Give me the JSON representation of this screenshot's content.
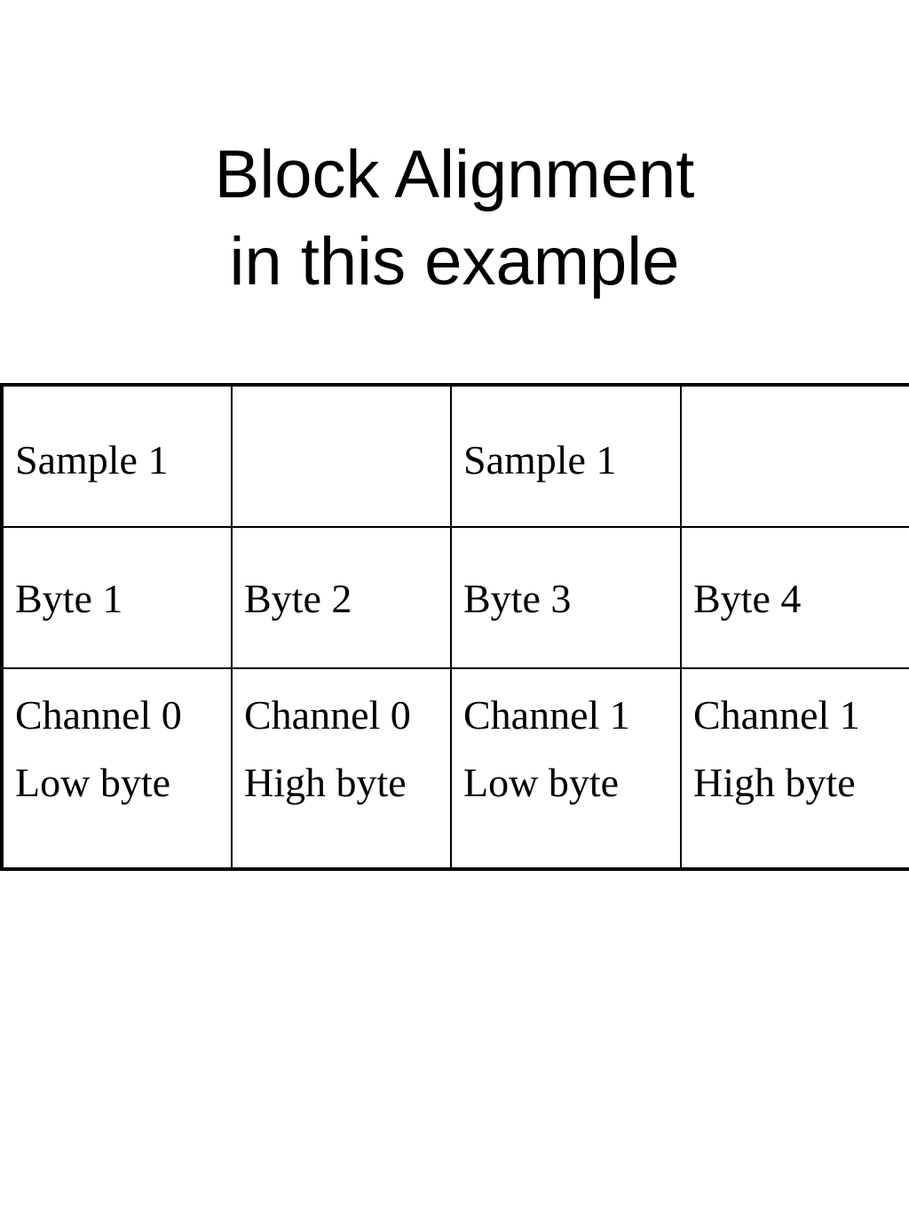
{
  "title": {
    "line1": "Block Alignment",
    "line2": "in this example"
  },
  "table": {
    "rows": [
      [
        "Sample 1",
        "",
        "Sample 1",
        ""
      ],
      [
        "Byte 1",
        "Byte 2",
        "Byte 3",
        "Byte 4"
      ],
      [
        [
          "Channel 0",
          "Low byte"
        ],
        [
          "Channel 0",
          "High byte"
        ],
        [
          "Channel 1",
          "Low byte"
        ],
        [
          "Channel 1",
          "High byte"
        ]
      ]
    ]
  }
}
